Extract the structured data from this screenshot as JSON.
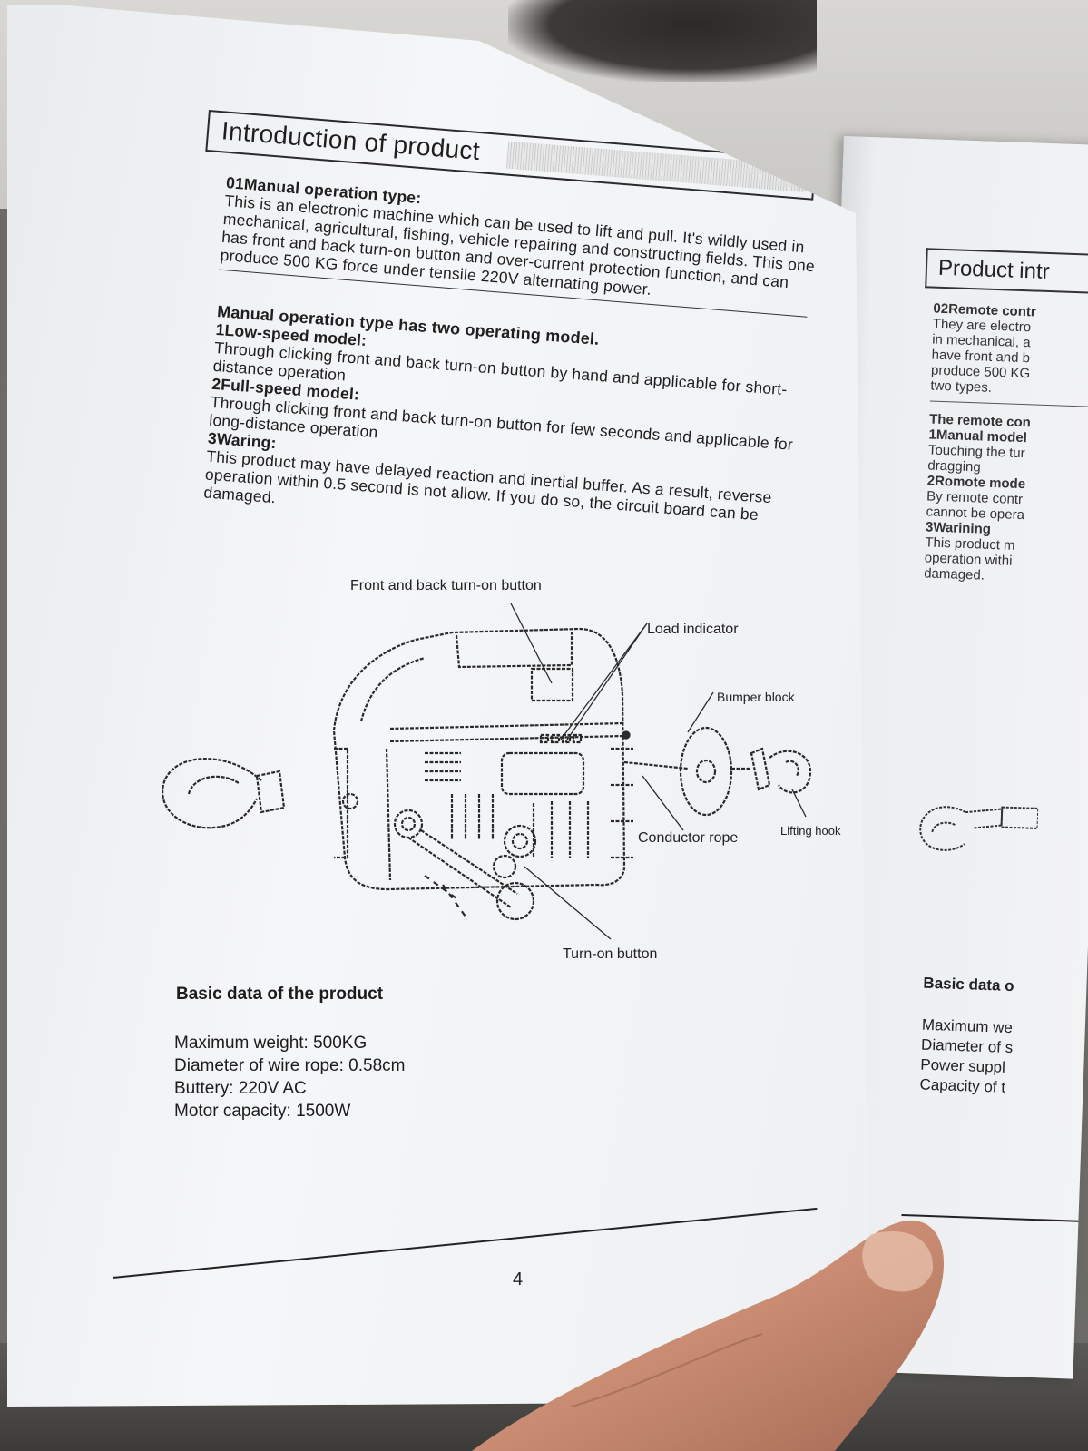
{
  "left_page": {
    "title": "Introduction of product",
    "section1": {
      "heading": "01Manual operation type:",
      "lines": [
        "This is an electronic machine which can be used to lift and pull. It's wildly used in",
        "mechanical, agricultural, fishing, vehicle repairing and constructing fields. This one",
        "has front and back turn-on button and over-current protection function, and can",
        "produce 500 KG force under tensile 220V alternating power."
      ]
    },
    "section2": {
      "heading": "Manual operation type has two operating model.",
      "model1_heading": "1Low-speed model:",
      "model1_lines": [
        "Through clicking front and back turn-on button by hand and applicable for short-",
        "distance operation"
      ],
      "model2_heading": "2Full-speed model:",
      "model2_lines": [
        "Through clicking front and back turn-on button for few seconds and applicable for",
        "long-distance operation"
      ],
      "warning_heading": "3Waring:",
      "warning_lines": [
        "This product may have delayed reaction and inertial buffer. As a result, reverse",
        "operation within 0.5 second is not allow. If you do so, the circuit board can be",
        "damaged."
      ]
    },
    "diagram_labels": {
      "front_back_button": "Front and back turn-on button",
      "load_indicator": "Load indicator",
      "bumper_block": "Bumper block",
      "conductor_rope": "Conductor rope",
      "lifting_hook": "Lifting hook",
      "turn_on_button": "Turn-on button"
    },
    "basic_data": {
      "heading": "Basic data of the product",
      "rows": [
        "Maximum weight: 500KG",
        "Diameter of wire rope: 0.58cm",
        "Buttery: 220V AC",
        "Motor capacity: 1500W"
      ]
    },
    "page_number": "4"
  },
  "right_page": {
    "title": "Product intr",
    "lines1": [
      "02Remote contr",
      "They are electro",
      "in mechanical, a",
      "have front and b",
      "produce 500 KG",
      "two types."
    ],
    "lines2": [
      "The remote con",
      "1Manual model",
      "Touching the tur",
      "dragging",
      "2Romote mode",
      "By remote contr",
      "cannot be opera",
      "3Warining",
      "This product m",
      "operation withi",
      "damaged."
    ],
    "basic_data_heading": "Basic data o",
    "basic_data_rows": [
      "Maximum we",
      "Diameter of s",
      "Power suppl",
      "Capacity of t"
    ]
  }
}
